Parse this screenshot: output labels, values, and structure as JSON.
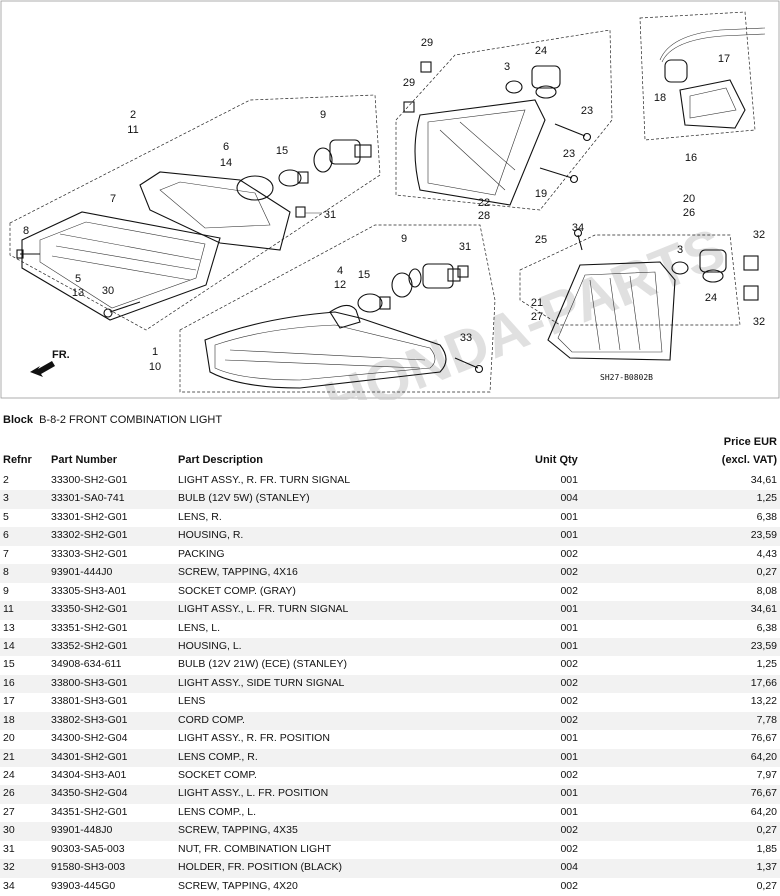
{
  "diagram": {
    "code": "SH27-B0802B",
    "direction": "FR.",
    "watermark": "HONDA-PARTS",
    "callouts": [
      "29",
      "29",
      "24",
      "3",
      "23",
      "23",
      "22",
      "28",
      "19",
      "25",
      "2",
      "11",
      "9",
      "6",
      "14",
      "15",
      "7",
      "31",
      "8",
      "5",
      "13",
      "30",
      "4",
      "12",
      "9",
      "15",
      "31",
      "33",
      "1",
      "10",
      "17",
      "18",
      "16",
      "20",
      "26",
      "34",
      "3",
      "32",
      "21",
      "27",
      "24",
      "32"
    ]
  },
  "block": {
    "prefix": "Block",
    "title": "B-8-2 FRONT COMBINATION LIGHT"
  },
  "table": {
    "headers": {
      "refnr": "Refnr",
      "part_number": "Part Number",
      "part_description": "Part Description",
      "unit_qty": "Unit Qty",
      "price_line1": "Price EUR",
      "price_line2": "(excl. VAT)"
    },
    "rows": [
      {
        "ref": "2",
        "pn": "33300-SH2-G01",
        "desc": "LIGHT ASSY., R. FR. TURN SIGNAL",
        "qty": "001",
        "price": "34,61"
      },
      {
        "ref": "3",
        "pn": "33301-SA0-741",
        "desc": "BULB (12V 5W) (STANLEY)",
        "qty": "004",
        "price": "1,25"
      },
      {
        "ref": "5",
        "pn": "33301-SH2-G01",
        "desc": "LENS, R.",
        "qty": "001",
        "price": "6,38"
      },
      {
        "ref": "6",
        "pn": "33302-SH2-G01",
        "desc": "HOUSING, R.",
        "qty": "001",
        "price": "23,59"
      },
      {
        "ref": "7",
        "pn": "33303-SH2-G01",
        "desc": "PACKING",
        "qty": "002",
        "price": "4,43"
      },
      {
        "ref": "8",
        "pn": "93901-444J0",
        "desc": "SCREW, TAPPING, 4X16",
        "qty": "002",
        "price": "0,27"
      },
      {
        "ref": "9",
        "pn": "33305-SH3-A01",
        "desc": "SOCKET COMP. (GRAY)",
        "qty": "002",
        "price": "8,08"
      },
      {
        "ref": "11",
        "pn": "33350-SH2-G01",
        "desc": "LIGHT ASSY., L. FR. TURN SIGNAL",
        "qty": "001",
        "price": "34,61"
      },
      {
        "ref": "13",
        "pn": "33351-SH2-G01",
        "desc": "LENS, L.",
        "qty": "001",
        "price": "6,38"
      },
      {
        "ref": "14",
        "pn": "33352-SH2-G01",
        "desc": "HOUSING, L.",
        "qty": "001",
        "price": "23,59"
      },
      {
        "ref": "15",
        "pn": "34908-634-611",
        "desc": "BULB (12V 21W) (ECE) (STANLEY)",
        "qty": "002",
        "price": "1,25"
      },
      {
        "ref": "16",
        "pn": "33800-SH3-G01",
        "desc": "LIGHT ASSY., SIDE TURN SIGNAL",
        "qty": "002",
        "price": "17,66"
      },
      {
        "ref": "17",
        "pn": "33801-SH3-G01",
        "desc": "LENS",
        "qty": "002",
        "price": "13,22"
      },
      {
        "ref": "18",
        "pn": "33802-SH3-G01",
        "desc": "CORD COMP.",
        "qty": "002",
        "price": "7,78"
      },
      {
        "ref": "20",
        "pn": "34300-SH2-G04",
        "desc": "LIGHT ASSY., R. FR. POSITION",
        "qty": "001",
        "price": "76,67"
      },
      {
        "ref": "21",
        "pn": "34301-SH2-G01",
        "desc": "LENS COMP., R.",
        "qty": "001",
        "price": "64,20"
      },
      {
        "ref": "24",
        "pn": "34304-SH3-A01",
        "desc": "SOCKET COMP.",
        "qty": "002",
        "price": "7,97"
      },
      {
        "ref": "26",
        "pn": "34350-SH2-G04",
        "desc": "LIGHT ASSY., L. FR. POSITION",
        "qty": "001",
        "price": "76,67"
      },
      {
        "ref": "27",
        "pn": "34351-SH2-G01",
        "desc": "LENS COMP., L.",
        "qty": "001",
        "price": "64,20"
      },
      {
        "ref": "30",
        "pn": "93901-448J0",
        "desc": "SCREW, TAPPING, 4X35",
        "qty": "002",
        "price": "0,27"
      },
      {
        "ref": "31",
        "pn": "90303-SA5-003",
        "desc": "NUT, FR. COMBINATION LIGHT",
        "qty": "002",
        "price": "1,85"
      },
      {
        "ref": "32",
        "pn": "91580-SH3-003",
        "desc": "HOLDER, FR. POSITION (BLACK)",
        "qty": "004",
        "price": "1,37"
      },
      {
        "ref": "34",
        "pn": "93903-445G0",
        "desc": "SCREW, TAPPING, 4X20",
        "qty": "002",
        "price": "0,27"
      }
    ]
  }
}
